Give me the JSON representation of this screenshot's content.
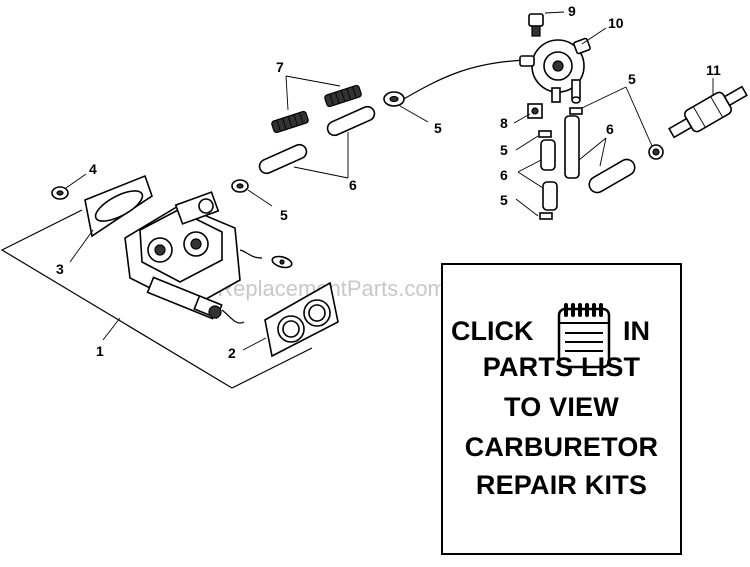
{
  "watermark": "eReplacementParts.com",
  "callouts": [
    "1",
    "2",
    "3",
    "4",
    "5",
    "5",
    "5",
    "5",
    "5",
    "6",
    "6",
    "6",
    "7",
    "8",
    "9",
    "10",
    "11"
  ],
  "notice": {
    "click": "CLICK",
    "in": "IN",
    "line2": "PARTS LIST",
    "line3": "TO VIEW",
    "line4": "CARBURETOR",
    "line5": "REPAIR KITS"
  },
  "icons": {
    "notice_icon": "notepad-icon"
  }
}
